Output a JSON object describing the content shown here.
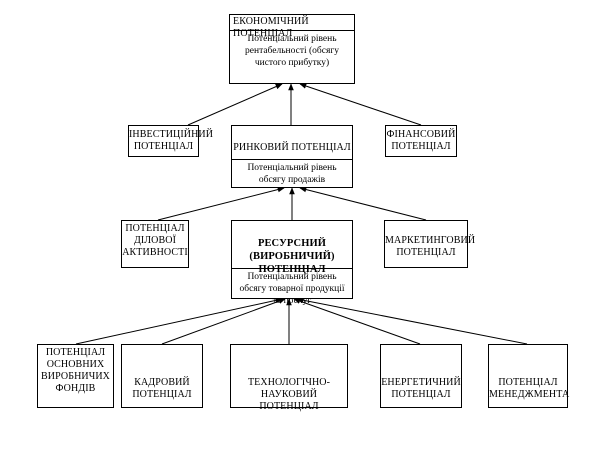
{
  "diagram": {
    "top": {
      "title": "ЕКОНОМІЧНИЙ ПОТЕНЦІАЛ",
      "subtitle": "Потенціальний рівень рентабельності (обсягу чистого прибутку)"
    },
    "level2": {
      "left": "ІНВЕСТИЦІЙНИЙ ПОТЕНЦІАЛ",
      "center_title": "РИНКОВИЙ ПОТЕНЦІАЛ",
      "center_subtitle": "Потенціальний рівень обсягу продажів",
      "right": "ФІНАНСОВИЙ ПОТЕНЦІАЛ"
    },
    "level3": {
      "left": "ПОТЕНЦІАЛ ДІЛОВОЇ АКТИВНОСТІ",
      "center_title": "РЕСУРСНИЙ (ВИРОБНИЧИЙ) ПОТЕНЦІАЛ",
      "center_subtitle": "Потенціальний рівень обсягу товарної продукції та послуг",
      "right": "МАРКЕТИНГОВИЙ ПОТЕНЦІАЛ"
    },
    "level4": [
      "ПОТЕНЦІАЛ ОСНОВНИХ ВИРОБНИЧИХ ФОНДІВ",
      "КАДРОВИЙ ПОТЕНЦІАЛ",
      "ТЕХНОЛОГІЧНО-НАУКОВИЙ ПОТЕНЦІАЛ",
      "ЕНЕРГЕТИЧНИЙ ПОТЕНЦІАЛ",
      "ПОТЕНЦІАЛ МЕНЕДЖМЕНТА"
    ]
  }
}
